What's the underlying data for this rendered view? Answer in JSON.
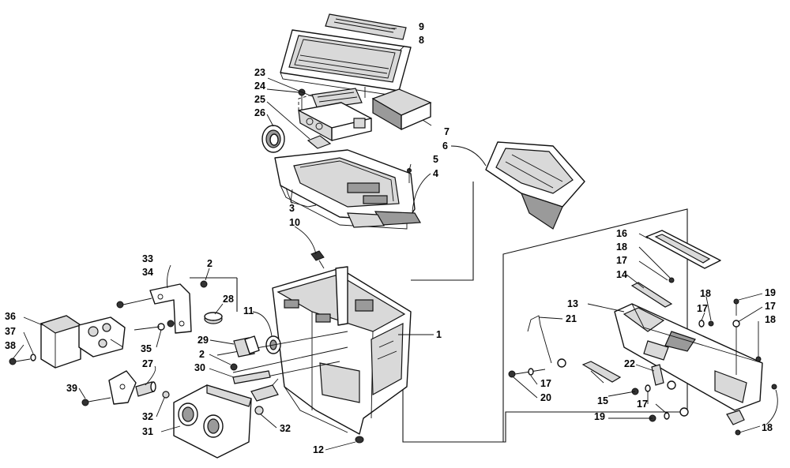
{
  "callouts": [
    {
      "id": "c1",
      "text": "1"
    },
    {
      "id": "c2a",
      "text": "2"
    },
    {
      "id": "c2b",
      "text": "2"
    },
    {
      "id": "c3",
      "text": "3"
    },
    {
      "id": "c4",
      "text": "4"
    },
    {
      "id": "c5",
      "text": "5"
    },
    {
      "id": "c6",
      "text": "6"
    },
    {
      "id": "c7",
      "text": "7"
    },
    {
      "id": "c8",
      "text": "8"
    },
    {
      "id": "c9",
      "text": "9"
    },
    {
      "id": "c10",
      "text": "10"
    },
    {
      "id": "c11",
      "text": "11"
    },
    {
      "id": "c12",
      "text": "12"
    },
    {
      "id": "c13",
      "text": "13"
    },
    {
      "id": "c14",
      "text": "14"
    },
    {
      "id": "c15",
      "text": "15"
    },
    {
      "id": "c16",
      "text": "16"
    },
    {
      "id": "c17a",
      "text": "17"
    },
    {
      "id": "c17b",
      "text": "17"
    },
    {
      "id": "c17c",
      "text": "17"
    },
    {
      "id": "c17d",
      "text": "17"
    },
    {
      "id": "c17e",
      "text": "17"
    },
    {
      "id": "c18a",
      "text": "18"
    },
    {
      "id": "c18b",
      "text": "18"
    },
    {
      "id": "c18c",
      "text": "18"
    },
    {
      "id": "c18d",
      "text": "18"
    },
    {
      "id": "c19a",
      "text": "19"
    },
    {
      "id": "c19b",
      "text": "19"
    },
    {
      "id": "c20",
      "text": "20"
    },
    {
      "id": "c21",
      "text": "21"
    },
    {
      "id": "c22",
      "text": "22"
    },
    {
      "id": "c23",
      "text": "23"
    },
    {
      "id": "c24",
      "text": "24"
    },
    {
      "id": "c25",
      "text": "25"
    },
    {
      "id": "c26",
      "text": "26"
    },
    {
      "id": "c27",
      "text": "27"
    },
    {
      "id": "c28",
      "text": "28"
    },
    {
      "id": "c29",
      "text": "29"
    },
    {
      "id": "c30",
      "text": "30"
    },
    {
      "id": "c31",
      "text": "31"
    },
    {
      "id": "c32a",
      "text": "32"
    },
    {
      "id": "c32b",
      "text": "32"
    },
    {
      "id": "c33",
      "text": "33"
    },
    {
      "id": "c34",
      "text": "34"
    },
    {
      "id": "c35",
      "text": "35"
    },
    {
      "id": "c36",
      "text": "36"
    },
    {
      "id": "c37",
      "text": "37"
    },
    {
      "id": "c38",
      "text": "38"
    },
    {
      "id": "c39",
      "text": "39"
    }
  ]
}
